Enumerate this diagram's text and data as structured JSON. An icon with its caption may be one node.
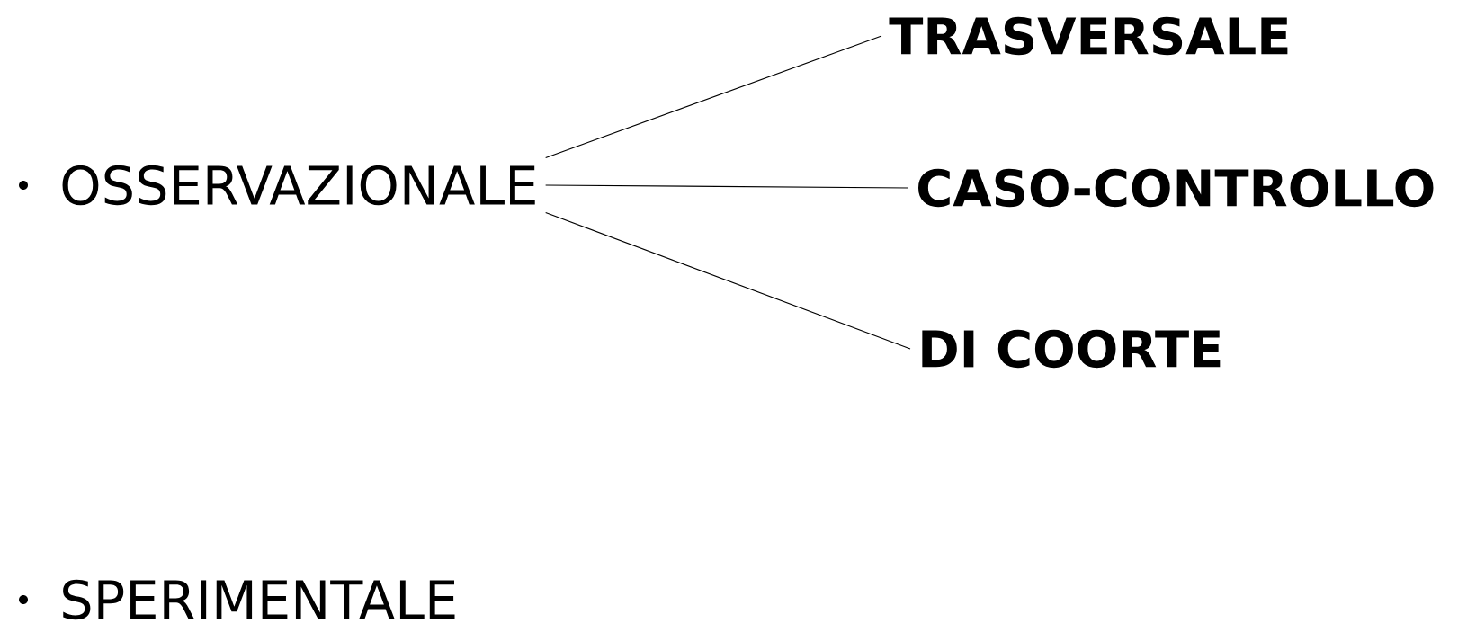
{
  "diagram": {
    "nodes": [
      {
        "text": [
          "OSSERVAZIONALE"
        ]
      },
      {
        "text": [
          "TRASVERSALE"
        ]
      },
      {
        "text": [
          "CASO-CONTROLLO"
        ]
      },
      {
        "text": [
          "DI COORTE"
        ]
      }
    ],
    "edges": [
      {
        "from": 0,
        "to": 1,
        "arrow": "none"
      },
      {
        "from": 0,
        "to": 2,
        "arrow": "none"
      },
      {
        "from": 0,
        "to": 3,
        "arrow": "none"
      }
    ],
    "labels": [
      "SPERIMENTALE"
    ]
  }
}
